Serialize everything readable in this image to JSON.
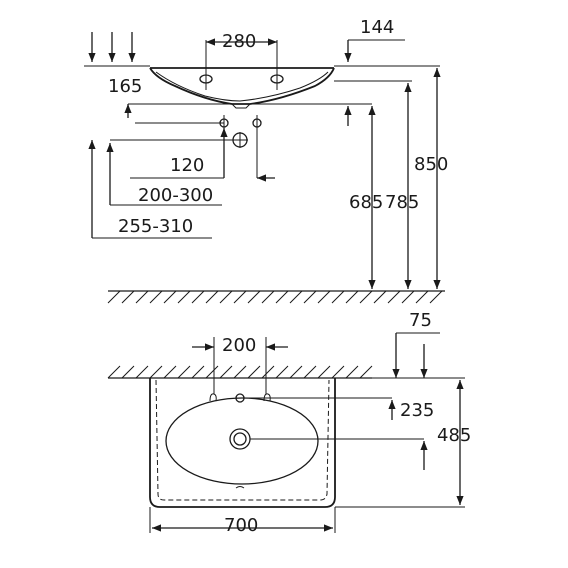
{
  "side_view": {
    "dimensions": {
      "hole_spacing": "280",
      "overflow_offset": "144",
      "rim_depth": "165",
      "supply_spacing": "120",
      "drain_height": "200-300",
      "supply_height": "255-310",
      "underside_height": "685",
      "rim_height_inner": "785",
      "total_height": "850"
    }
  },
  "top_view": {
    "dimensions": {
      "hole_spacing": "200",
      "drain_offset_top": "75",
      "tap_hole_depth": "235",
      "basin_depth": "485",
      "basin_width": "700"
    }
  }
}
